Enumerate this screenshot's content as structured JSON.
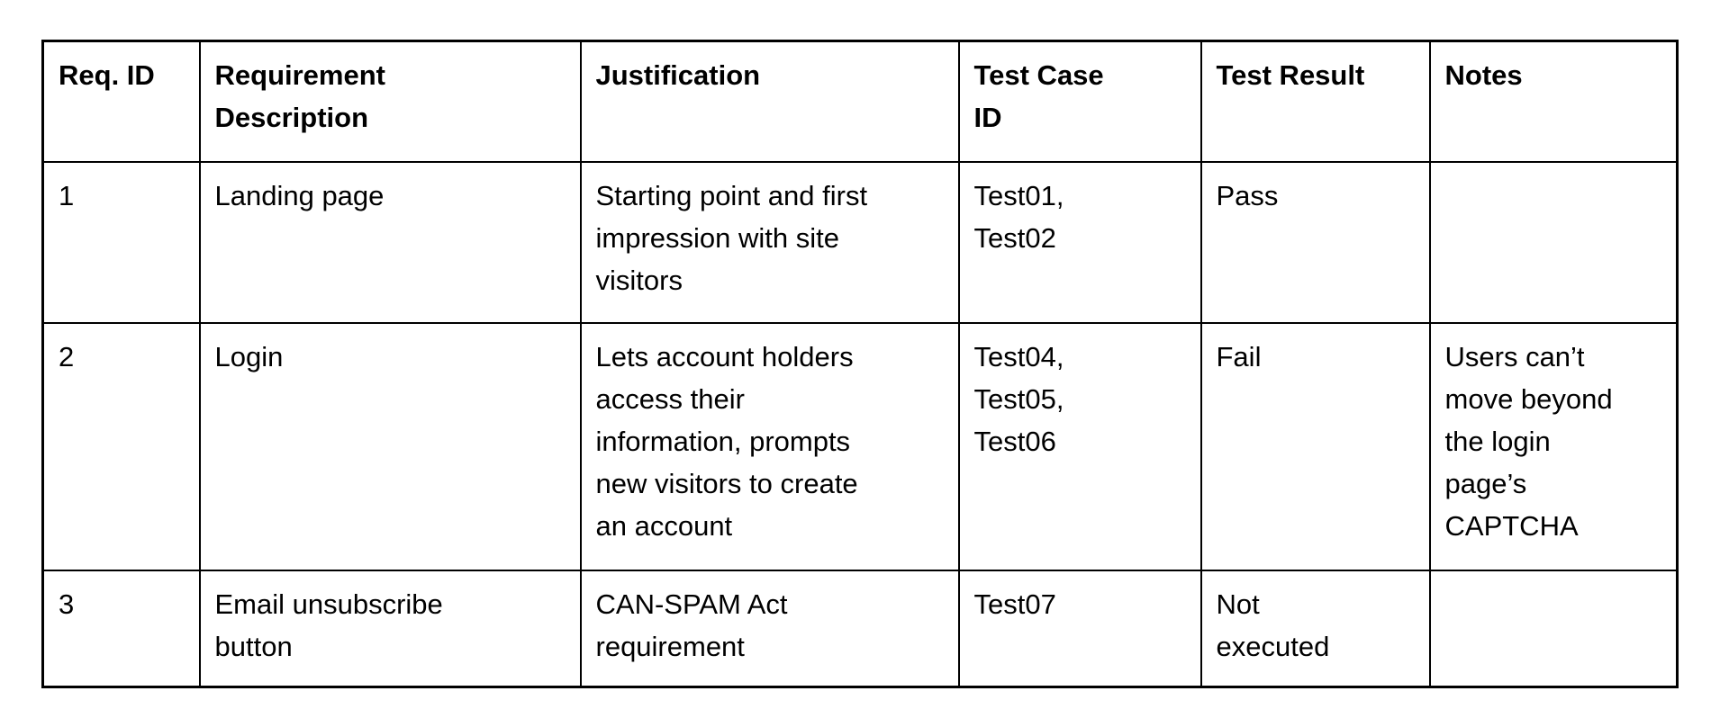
{
  "page": {
    "background_color": "#ffffff",
    "text_color": "#000000",
    "table_border_color": "#000000"
  },
  "table": {
    "headers": [
      "Req. ID",
      "Requirement\nDescription",
      "Justification",
      "Test Case\nID",
      "Test Result",
      "Notes"
    ],
    "rows": [
      [
        "1",
        "Landing page",
        "Starting point and first\nimpression with site\nvisitors",
        "Test01,\nTest02",
        "Pass",
        ""
      ],
      [
        "2",
        "Login",
        "Lets account holders\naccess their\ninformation, prompts\nnew visitors to create\nan account",
        "Test04,\nTest05,\nTest06",
        "Fail",
        "Users can’t\nmove beyond\nthe login\npage’s\nCAPTCHA"
      ],
      [
        "3",
        "Email unsubscribe\nbutton",
        "CAN-SPAM Act\nrequirement",
        "Test07",
        "Not\nexecuted",
        ""
      ]
    ]
  }
}
